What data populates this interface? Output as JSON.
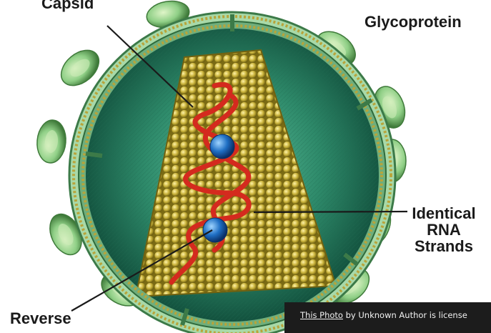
{
  "labels": {
    "capsid": "Capsid",
    "glycoprotein": "Glycoprotein",
    "rna_line1": "Identical",
    "rna_line2": "RNA",
    "rna_line3": "Strands",
    "reverse": "Reverse"
  },
  "attribution": {
    "link_text": "This Photo",
    "rest_text": " by Unknown Author is license"
  },
  "colors": {
    "membrane": "#6fae7c",
    "interior": "#2e8a6a",
    "capsid": "#c9b23a",
    "rna": "#d42a1e",
    "enzyme": "#1f6fc4",
    "glycoprotein": "#8fcf86",
    "label_text": "#1a1a1a",
    "attribution_bg": "#1c1c1c"
  }
}
